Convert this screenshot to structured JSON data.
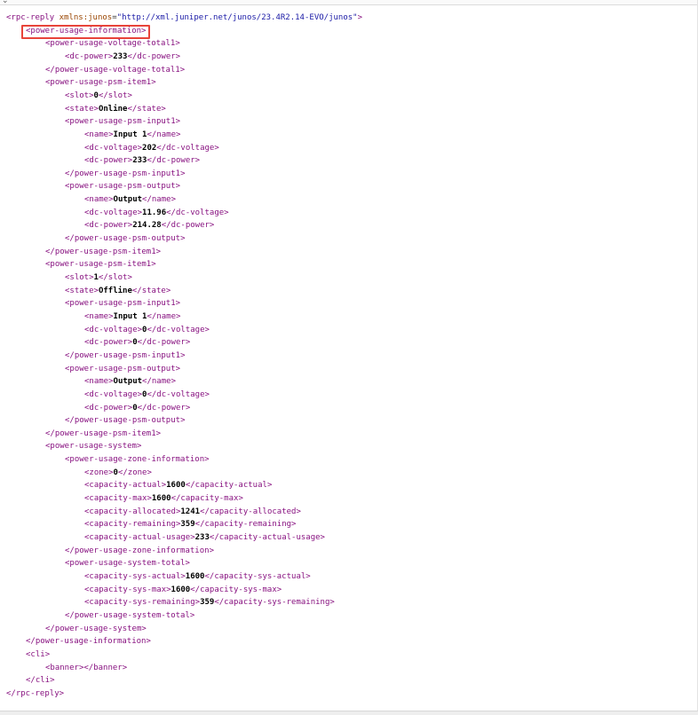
{
  "xml": {
    "root_open": {
      "tag": "rpc-reply",
      "attr_name": "xmlns:junos",
      "attr_value": "\"http://xml.juniper.net/junos/23.4R2.14-EVO/junos\""
    },
    "lines": [
      {
        "indent": 0,
        "kind": "root"
      },
      {
        "indent": 1,
        "kind": "open",
        "tag": "power-usage-information"
      },
      {
        "indent": 2,
        "kind": "open",
        "tag": "power-usage-voltage-total1"
      },
      {
        "indent": 3,
        "kind": "elem",
        "tag": "dc-power",
        "value": "233"
      },
      {
        "indent": 2,
        "kind": "close",
        "tag": "power-usage-voltage-total1"
      },
      {
        "indent": 2,
        "kind": "open",
        "tag": "power-usage-psm-item1"
      },
      {
        "indent": 3,
        "kind": "elem",
        "tag": "slot",
        "value": "0"
      },
      {
        "indent": 3,
        "kind": "elem",
        "tag": "state",
        "value": "Online"
      },
      {
        "indent": 3,
        "kind": "open",
        "tag": "power-usage-psm-input1"
      },
      {
        "indent": 4,
        "kind": "elem",
        "tag": "name",
        "value": "Input 1"
      },
      {
        "indent": 4,
        "kind": "elem",
        "tag": "dc-voltage",
        "value": "202"
      },
      {
        "indent": 4,
        "kind": "elem",
        "tag": "dc-power",
        "value": "233"
      },
      {
        "indent": 3,
        "kind": "close",
        "tag": "power-usage-psm-input1"
      },
      {
        "indent": 3,
        "kind": "open",
        "tag": "power-usage-psm-output"
      },
      {
        "indent": 4,
        "kind": "elem",
        "tag": "name",
        "value": "Output"
      },
      {
        "indent": 4,
        "kind": "elem",
        "tag": "dc-voltage",
        "value": "11.96"
      },
      {
        "indent": 4,
        "kind": "elem",
        "tag": "dc-power",
        "value": "214.28"
      },
      {
        "indent": 3,
        "kind": "close",
        "tag": "power-usage-psm-output"
      },
      {
        "indent": 2,
        "kind": "close",
        "tag": "power-usage-psm-item1"
      },
      {
        "indent": 2,
        "kind": "open",
        "tag": "power-usage-psm-item1"
      },
      {
        "indent": 3,
        "kind": "elem",
        "tag": "slot",
        "value": "1"
      },
      {
        "indent": 3,
        "kind": "elem",
        "tag": "state",
        "value": "Offline"
      },
      {
        "indent": 3,
        "kind": "open",
        "tag": "power-usage-psm-input1"
      },
      {
        "indent": 4,
        "kind": "elem",
        "tag": "name",
        "value": "Input 1"
      },
      {
        "indent": 4,
        "kind": "elem",
        "tag": "dc-voltage",
        "value": "0"
      },
      {
        "indent": 4,
        "kind": "elem",
        "tag": "dc-power",
        "value": "0"
      },
      {
        "indent": 3,
        "kind": "close",
        "tag": "power-usage-psm-input1"
      },
      {
        "indent": 3,
        "kind": "open",
        "tag": "power-usage-psm-output"
      },
      {
        "indent": 4,
        "kind": "elem",
        "tag": "name",
        "value": "Output"
      },
      {
        "indent": 4,
        "kind": "elem",
        "tag": "dc-voltage",
        "value": "0"
      },
      {
        "indent": 4,
        "kind": "elem",
        "tag": "dc-power",
        "value": "0"
      },
      {
        "indent": 3,
        "kind": "close",
        "tag": "power-usage-psm-output"
      },
      {
        "indent": 2,
        "kind": "close",
        "tag": "power-usage-psm-item1"
      },
      {
        "indent": 2,
        "kind": "open",
        "tag": "power-usage-system"
      },
      {
        "indent": 3,
        "kind": "open",
        "tag": "power-usage-zone-information"
      },
      {
        "indent": 4,
        "kind": "elem",
        "tag": "zone",
        "value": "0"
      },
      {
        "indent": 4,
        "kind": "elem",
        "tag": "capacity-actual",
        "value": "1600"
      },
      {
        "indent": 4,
        "kind": "elem",
        "tag": "capacity-max",
        "value": "1600"
      },
      {
        "indent": 4,
        "kind": "elem",
        "tag": "capacity-allocated",
        "value": "1241"
      },
      {
        "indent": 4,
        "kind": "elem",
        "tag": "capacity-remaining",
        "value": "359"
      },
      {
        "indent": 4,
        "kind": "elem",
        "tag": "capacity-actual-usage",
        "value": "233"
      },
      {
        "indent": 3,
        "kind": "close",
        "tag": "power-usage-zone-information"
      },
      {
        "indent": 3,
        "kind": "open",
        "tag": "power-usage-system-total"
      },
      {
        "indent": 4,
        "kind": "elem",
        "tag": "capacity-sys-actual",
        "value": "1600"
      },
      {
        "indent": 4,
        "kind": "elem",
        "tag": "capacity-sys-max",
        "value": "1600"
      },
      {
        "indent": 4,
        "kind": "elem",
        "tag": "capacity-sys-remaining",
        "value": "359"
      },
      {
        "indent": 3,
        "kind": "close",
        "tag": "power-usage-system-total"
      },
      {
        "indent": 2,
        "kind": "close",
        "tag": "power-usage-system"
      },
      {
        "indent": 1,
        "kind": "close",
        "tag": "power-usage-information"
      },
      {
        "indent": 1,
        "kind": "open",
        "tag": "cli"
      },
      {
        "indent": 2,
        "kind": "empty",
        "tag": "banner"
      },
      {
        "indent": 1,
        "kind": "close",
        "tag": "cli"
      },
      {
        "indent": 0,
        "kind": "close",
        "tag": "rpc-reply"
      }
    ]
  },
  "highlight": {
    "color": "#e8443a",
    "target_tag": "power-usage-information"
  },
  "colors": {
    "tag": "#881280",
    "attr_name": "#994500",
    "attr_value": "#1a1aa6",
    "text_value": "#000000"
  }
}
